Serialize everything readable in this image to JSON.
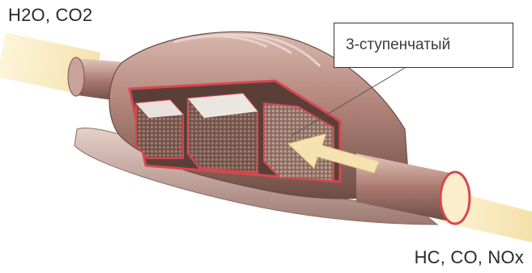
{
  "labels": {
    "outlet_gases": "H2O, CO2",
    "inlet_gases": "HC, CO, NOx",
    "callout": "3-ступенчатый"
  },
  "colors": {
    "gas_stream": "#f8e7b8",
    "body_metal": "#b88f85",
    "cut_edge": "#d8474f",
    "substrate": "#7a5a4e",
    "arrow": "#f6e2b0"
  },
  "icons": [
    "catalytic-converter-illustration",
    "gas-flow-arrow-icon"
  ]
}
